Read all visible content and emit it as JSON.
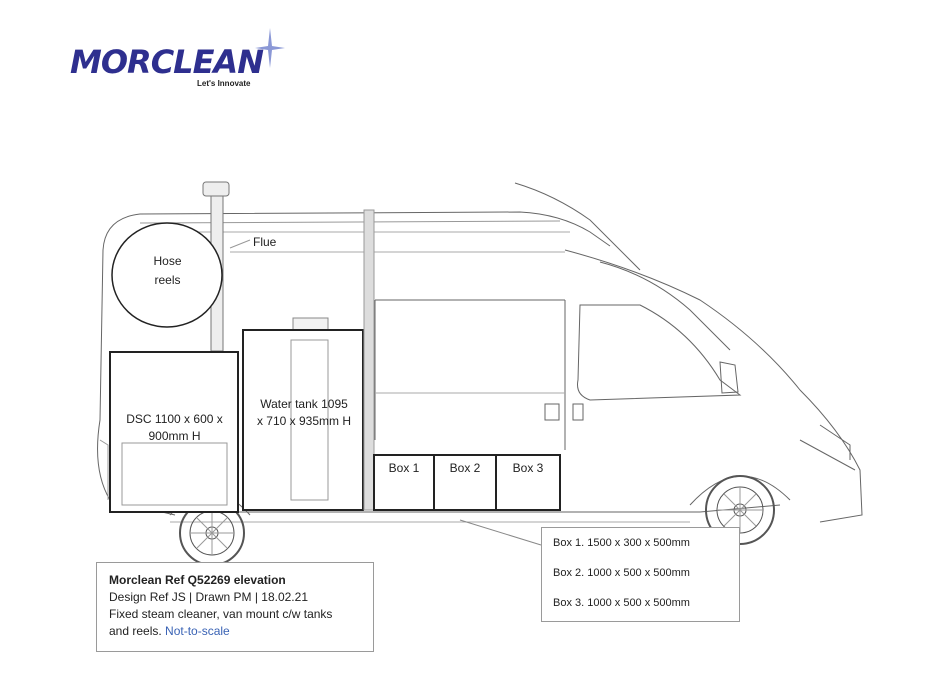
{
  "logo": {
    "word": "MORCLEAN",
    "tagline": "Let's Innovate"
  },
  "labels": {
    "flue": "Flue",
    "hose_reels_1": "Hose",
    "hose_reels_2": "reels",
    "dsc_1": "DSC 1100 x 600 x",
    "dsc_2": "900mm H",
    "water_1": "Water tank  1095",
    "water_2": "x 710 x 935mm H",
    "box1": "Box 1",
    "box2": "Box 2",
    "box3": "Box 3"
  },
  "ref_box": {
    "title": "Morclean Ref Q52269 elevation",
    "line2": "Design Ref JS | Drawn PM | 18.02.21",
    "line3": "Fixed steam cleaner, van mount c/w tanks",
    "line4_text": "and reels.",
    "line4_scale": "Not-to-scale"
  },
  "spec_box": {
    "box1": "Box 1. 1500 x 300 x 500mm",
    "box2": "Box 2. 1000 x 500 x 500mm",
    "box3": "Box 3. 1000 x 500 x 500mm"
  },
  "colors": {
    "logo": "#2e2f8f",
    "line": "#555555",
    "scale_text": "#3a63b5"
  }
}
